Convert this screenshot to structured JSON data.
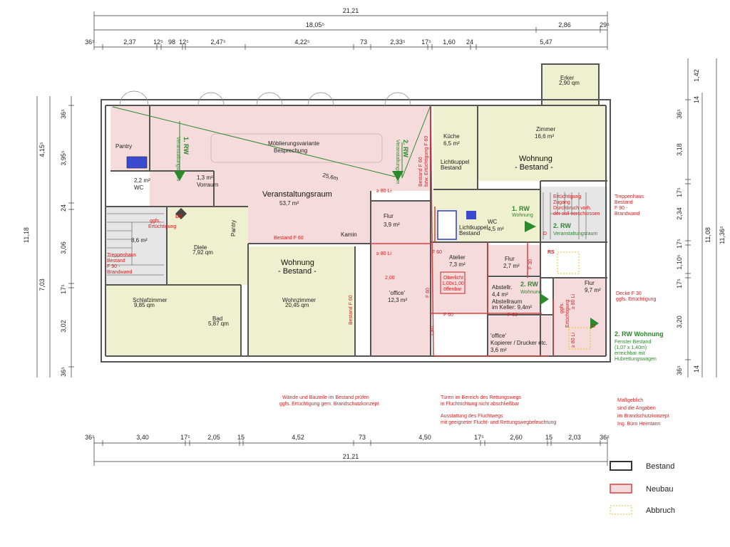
{
  "dims_top": {
    "total": "21,21",
    "sub": "18,05⁵",
    "r1": "2,86",
    "r2": "29⁵",
    "row": [
      "36⁵",
      "2,37",
      "12⁵",
      "98",
      "12⁵",
      "2,47⁵",
      "4,22⁵",
      "73",
      "2,33⁵",
      "17⁵",
      "1,60",
      "24",
      "5,47"
    ]
  },
  "dims_bottom": {
    "row": [
      "36⁵",
      "3,40",
      "17⁵",
      "2,05",
      "15",
      "4,52",
      "73",
      "4,50",
      "17⁵",
      "2,60",
      "15",
      "2,03",
      "36⁵"
    ],
    "total": "21,21"
  },
  "dims_left": {
    "outer": "11,18",
    "mid": [
      "4,15⁵",
      "7,03"
    ],
    "row": [
      "36⁵",
      "3,95⁵",
      "24",
      "3,06",
      "17⁵",
      "3,02",
      "36⁵"
    ]
  },
  "dims_right": {
    "outer": "11,36⁵",
    "mid": "11,08",
    "row": [
      "1,42",
      "36⁵",
      "3,18",
      "17⁵",
      "2,34",
      "17⁵",
      "1,10⁵",
      "17⁵",
      "3,20",
      "36⁵"
    ],
    "row2": [
      "14",
      "14"
    ]
  },
  "rooms": {
    "pantry": "Pantry",
    "wc_area": "2,2 m²",
    "wc": "WC",
    "vorraum_area": "1,3 m²",
    "vorraum": "Vorraum",
    "moeblierung1": "Möblierungsvariante",
    "moeblierung2": "Besprechung",
    "veranstaltung": "Veranstaltungsraum",
    "veranstaltung_area": "53,7 m²",
    "stair_left_area": "8,6 m²",
    "wohnung_mid1": "Wohnung",
    "wohnung_mid2": "- Bestand -",
    "schlaf": "Schlafzimmer",
    "schlaf_area": "9,85 qm",
    "diele": "Diele",
    "diele_area": "7,92 qm",
    "bad": "Bad",
    "bad_area": "5,87 qm",
    "wohnzimmer": "Wohnzimmer",
    "wohn_area": "20,45 qm",
    "pantry_small": "Pantry",
    "kamin": "Kamin",
    "flur1": "Flur",
    "flur1_area": "3,9 m²",
    "office1": "'office'",
    "office1_area": "12,3 m²",
    "kueche": "Küche",
    "kueche_area": "6,5 m²",
    "lichtkuppel1": "Lichtkuppel",
    "lichtkuppel1b": "Bestand",
    "lichtkuppel2": "Lichtkuppel",
    "lichtkuppel2b": "Bestand",
    "wc2": "WC",
    "wc2_area": "4,5 m²",
    "atelier": "Atelier",
    "atelier_area": "7,3 m²",
    "oberlicht1": "Oberlicht",
    "oberlicht2": "1,00x1,00",
    "oberlicht3": "öffenbar",
    "flur2": "Flur",
    "flur2_area": "2,7 m²",
    "abstellr": "Abstellr.",
    "abstellr_area": "4,4 m²",
    "abstellraum": "Abstellraum",
    "abstellraum2": "im Keller: 9,4m²",
    "office2": "'office'",
    "office2b": "Kopierer / Drucker etc.",
    "office2_area": "3,6 m²",
    "zimmer": "Zimmer",
    "zimmer_area": "16,6 m²",
    "erker": "Erker",
    "erker_area": "2,90 qm",
    "wohnung_r1": "Wohnung",
    "wohnung_r2": "- Bestand -",
    "flur3": "Flur",
    "flur3_area": "9,7 m²"
  },
  "annotations": {
    "ds": "DS",
    "ggfs1": "ggfs.",
    "ggfs1b": "Ertüchtigung",
    "treppenhaus_l1": "Treppenhaus",
    "treppenhaus_l2": "Bestand",
    "treppenhaus_l3": "F 90 -",
    "treppenhaus_l4": "Brandwand",
    "bestand_f60_a": "Bestand F 60",
    "bestand_f60_b": "Bestand F 60",
    "bestand_f60_c1": "Bestand F 60",
    "bestand_f60_c2": "bzw. Ertüchtigung F 60",
    "ge80_1": "≥ 80 Li",
    "ge80_2": "≥ 80 Li",
    "dim200": "2,00",
    "dim140": "1,40",
    "f60_1": "F 60",
    "f60_2": "F 60",
    "f60_3": "F 60",
    "f60_4": "F 60",
    "f30": "F 30",
    "rs": "RS",
    "ert1": "Ertüchtigung",
    "ert2": "Zugang",
    "ert3": "Durchbruch vorh.",
    "ert4": "der soll verschlossen",
    "treppenhaus_r1": "Treppenhaus",
    "treppenhaus_r2": "Bestand",
    "treppenhaus_r3": "F 90 -",
    "treppenhaus_r4": "Brandwand",
    "decke1": "Decke F 30",
    "decke2": "ggfs. Ertüchtigung",
    "ge80_3": "≥ 80 Li",
    "ge80_4": "≥ 80 Li",
    "ggfs2": "ggfs.",
    "ggfs2b": "Ertüchtigung",
    "d": "D",
    "d2": "D",
    "wand1": "Wände und Bauteile im Bestand prüfen",
    "wand2": "ggfs. Ertüchtigung gem. Brandschutzkonzept",
    "tuer1": "Türen im Bereich des Rettungswegs",
    "tuer2": "in Fluchtrichtung nicht abschließbar",
    "aus1": "Ausstattung des Fluchtwegs",
    "aus2": "mit geeigneter Flucht- und Rettungswegbeleuchtung",
    "mass1": "Maßgeblich",
    "mass2": "sind die Angaben",
    "mass3": "im Brandschutzkonzept",
    "mass4": "Ing. Büro Heimtann",
    "dist": "25,6m"
  },
  "rw": {
    "rw1_a": "1. RW",
    "rw1_a_sub": "Veranstaltungsraum",
    "rw2_a": "2. RW",
    "rw2_a_sub": "Veranstaltungsraum",
    "rw1_b": "1. RW",
    "rw1_b_sub": "Wohnung",
    "rw2_b": "2. RW",
    "rw2_b_sub": "Veranstaltungsraum",
    "rw2_c": "2. RW",
    "rw2_c_sub": "Wohnung",
    "rw2_w": "2. RW Wohnung",
    "rw2_w1": "Fenster Bestand",
    "rw2_w2": "(1,07 x 1,40m)",
    "rw2_w3": "erreichbar mit",
    "rw2_w4": "Hubrettungswagen"
  },
  "legend": {
    "bestand": "Bestand",
    "neubau": "Neubau",
    "abbruch": "Abbruch",
    "bestand_color": "#333333",
    "neubau_color": "#d94040",
    "abbruch_color": "#e8c020"
  },
  "colors": {
    "pink": "#f6dbdc",
    "yellow": "#eef0cf",
    "green": "#2b8a2b",
    "red": "#d42020"
  }
}
